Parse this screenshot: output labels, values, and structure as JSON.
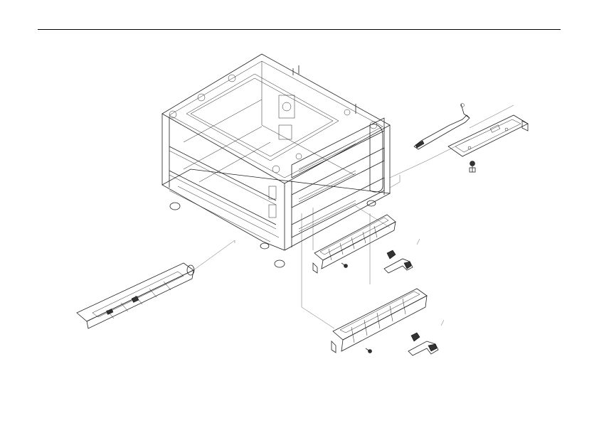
{
  "page": {
    "colors": {
      "line": "#222222",
      "leader": "#555555",
      "background": "#ffffff"
    }
  },
  "diagram": {
    "parts": [
      "cabinet-frame",
      "top-right-lever-arm",
      "top-right-bracket-plate",
      "top-right-screw",
      "left-paper-guide",
      "middle-guide-assembly",
      "middle-clip",
      "middle-lever",
      "middle-screw",
      "lower-guide-assembly",
      "lower-clip",
      "lower-lever",
      "lower-screw",
      "caster"
    ]
  }
}
